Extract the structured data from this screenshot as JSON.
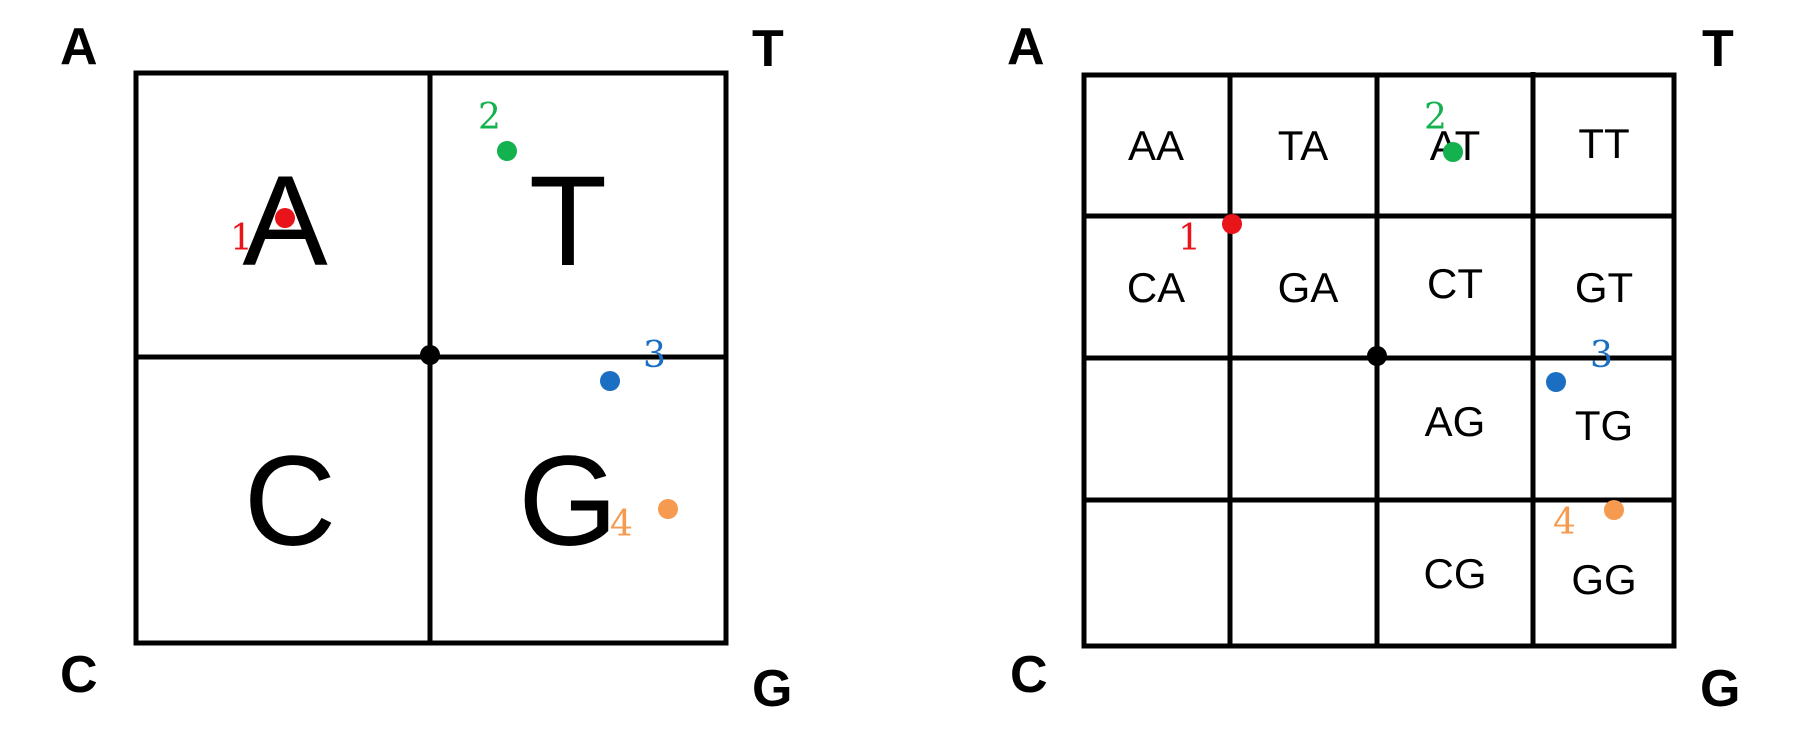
{
  "colors": {
    "point1": "#e8141a",
    "point2": "#13b24e",
    "point3": "#1a6fc2",
    "point4": "#f59a4f",
    "line": "#000000"
  },
  "corners": {
    "top_left": "A",
    "top_right": "T",
    "bottom_left": "C",
    "bottom_right": "G"
  },
  "left_panel": {
    "cells": {
      "top_left": "A",
      "top_right": "T",
      "bottom_left": "C",
      "bottom_right": "G"
    }
  },
  "right_panel": {
    "rows": [
      [
        "AA",
        "TA",
        "AT",
        "TT"
      ],
      [
        "CA",
        "GA",
        "CT",
        "GT"
      ],
      [
        "",
        "",
        "AG",
        "TG"
      ],
      [
        "",
        "",
        "CG",
        "GG"
      ]
    ]
  },
  "points": {
    "p1": "1",
    "p2": "2",
    "p3": "3",
    "p4": "4"
  }
}
